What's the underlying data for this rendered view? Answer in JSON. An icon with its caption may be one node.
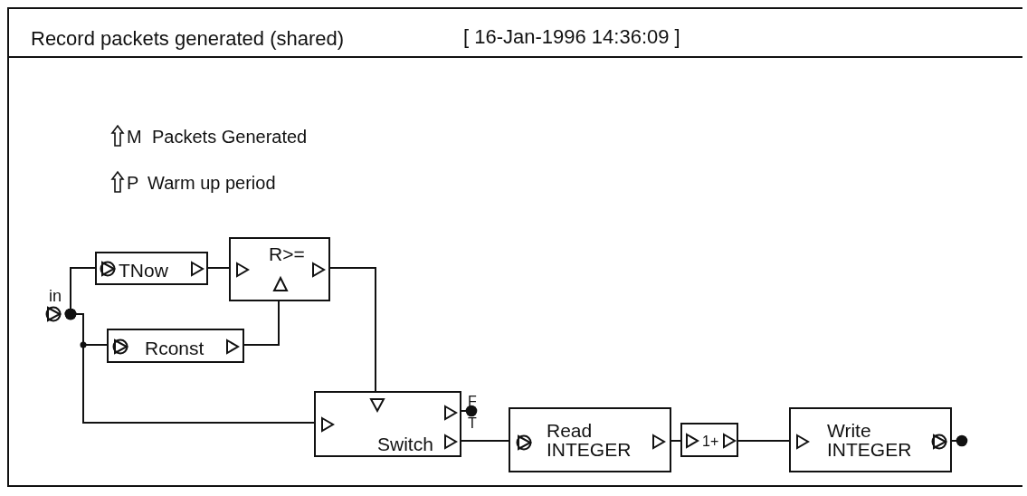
{
  "diagram": {
    "title": "Record packets generated (shared)",
    "nodes": [
      {
        "text": [
          "in"
        ]
      },
      {
        "text": [
          "TNow"
        ]
      },
      {
        "text": [
          "R>="
        ]
      },
      {
        "text": [
          "Rconst"
        ]
      },
      {
        "text": [
          "Switch"
        ],
        "beside": [
          "F",
          "T"
        ]
      },
      {
        "text": [
          "Read INTEGER"
        ]
      },
      {
        "text": [
          "1+"
        ]
      },
      {
        "text": [
          "Write INTEGER"
        ]
      }
    ],
    "edges": [
      {
        "from": 0,
        "to": 1,
        "arrow": "other"
      },
      {
        "from": 0,
        "to": 3,
        "arrow": "other"
      },
      {
        "from": 0,
        "to": 4,
        "arrow": "other"
      },
      {
        "from": 1,
        "to": 2,
        "arrow": "none"
      },
      {
        "from": 3,
        "to": 2,
        "arrow": "none"
      },
      {
        "from": 2,
        "to": 4,
        "arrow": "none"
      },
      {
        "from": 4,
        "to": 5,
        "arrow": "none"
      },
      {
        "from": 5,
        "to": 6,
        "arrow": "none"
      },
      {
        "from": 6,
        "to": 7,
        "arrow": "none"
      },
      {
        "from": null,
        "to": 4,
        "arrow": "other"
      },
      {
        "from": null,
        "to": 7,
        "arrow": "other"
      }
    ],
    "labels": [
      "[ 16-Jan-1996 14:36:09 ]",
      "M",
      "Packets Generated",
      "P",
      "Warm up period"
    ]
  }
}
